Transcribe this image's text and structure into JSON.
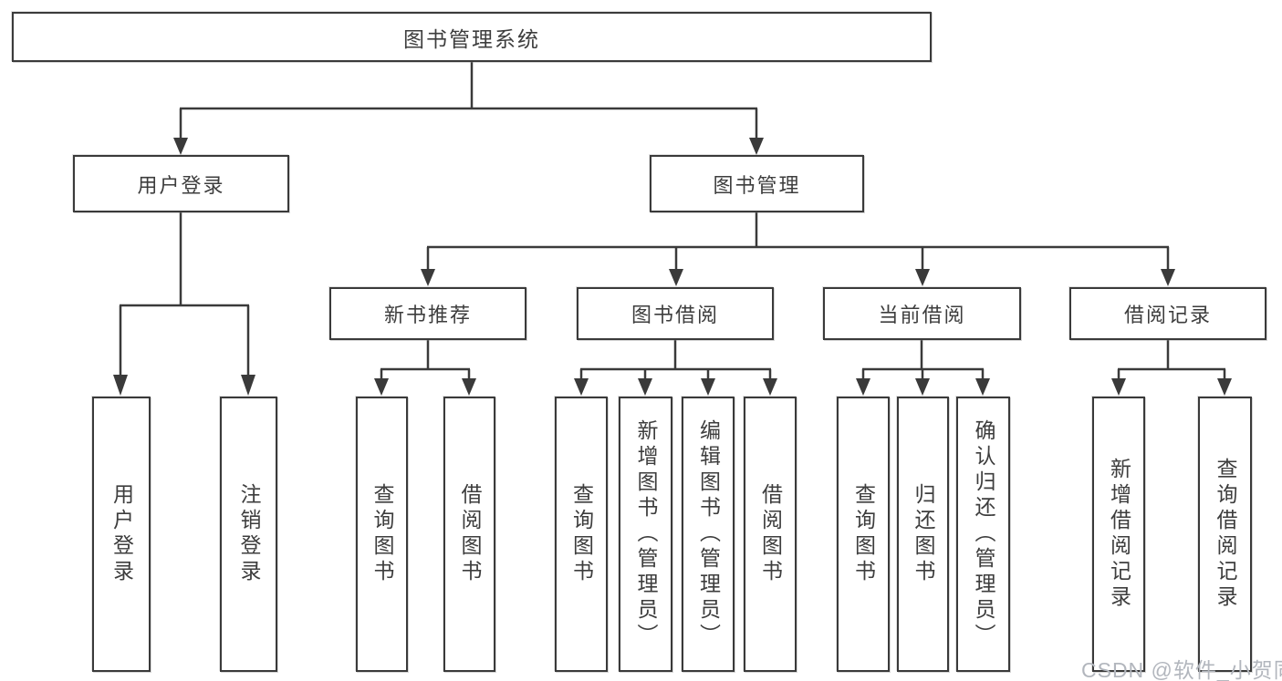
{
  "diagram_type": "tree-structure-chart",
  "colors": {
    "line": "#3a3a3a",
    "text": "#3d3d3d",
    "bg": "#ffffff",
    "watermark": "#b2b6bd"
  },
  "tree": {
    "label": "图书管理系统",
    "children": [
      {
        "label": "用户登录",
        "children": [
          {
            "label": "用户登录"
          },
          {
            "label": "注销登录"
          }
        ]
      },
      {
        "label": "图书管理",
        "children": [
          {
            "label": "新书推荐",
            "children": [
              {
                "label": "查询图书"
              },
              {
                "label": "借阅图书"
              }
            ]
          },
          {
            "label": "图书借阅",
            "children": [
              {
                "label": "查询图书"
              },
              {
                "label": "新增图书（管理员）"
              },
              {
                "label": "编辑图书（管理员）"
              },
              {
                "label": "借阅图书"
              }
            ]
          },
          {
            "label": "当前借阅",
            "children": [
              {
                "label": "查询图书"
              },
              {
                "label": "归还图书"
              },
              {
                "label": "确认归还（管理员）"
              }
            ]
          },
          {
            "label": "借阅记录",
            "children": [
              {
                "label": "新增借阅记录"
              },
              {
                "label": "查询借阅记录"
              }
            ]
          }
        ]
      }
    ]
  },
  "watermark": {
    "text": "CSDN @软件_小贺同学"
  }
}
